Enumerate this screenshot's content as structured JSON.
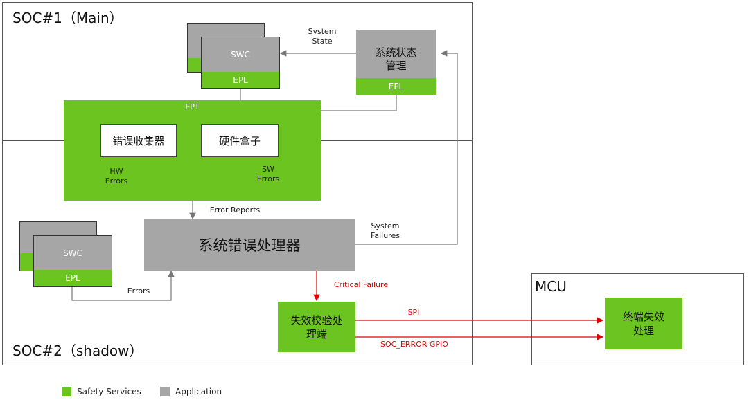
{
  "soc1": {
    "title": "SOC#1（Main）"
  },
  "soc2": {
    "title": "SOC#2（shadow）"
  },
  "mcu": {
    "title": "MCU"
  },
  "swc_top": {
    "swc": "SWC",
    "epl": "EPL"
  },
  "swc_bottom": {
    "swc": "SWC",
    "epl": "EPL"
  },
  "state_mgmt": {
    "label": "系统状态\n管理",
    "epl": "EPL"
  },
  "ept": {
    "label": "EPT",
    "error_collector": "错误收集器",
    "hardware_box": "硬件盒子",
    "hw_errors": "HW\nErrors",
    "sw_errors": "SW\nErrors"
  },
  "error_handler": {
    "label": "系统错误处理器"
  },
  "failure_handler": {
    "label": "失效校验处\n理端"
  },
  "terminal": {
    "label": "终端失效\n处理"
  },
  "arrows": {
    "system_state": "System\nState",
    "error_reports": "Error Reports",
    "system_failures": "System\nFailures",
    "errors": "Errors",
    "critical_failure": "Critical Failure",
    "spi": "SPI",
    "soc_error_gpio": "SOC_ERROR GPIO"
  },
  "legend": {
    "safety": "Safety Services",
    "application": "Application"
  },
  "colors": {
    "safety_green": "#6cc421",
    "application_gray": "#a6a6a6",
    "critical_red": "#e00000"
  }
}
